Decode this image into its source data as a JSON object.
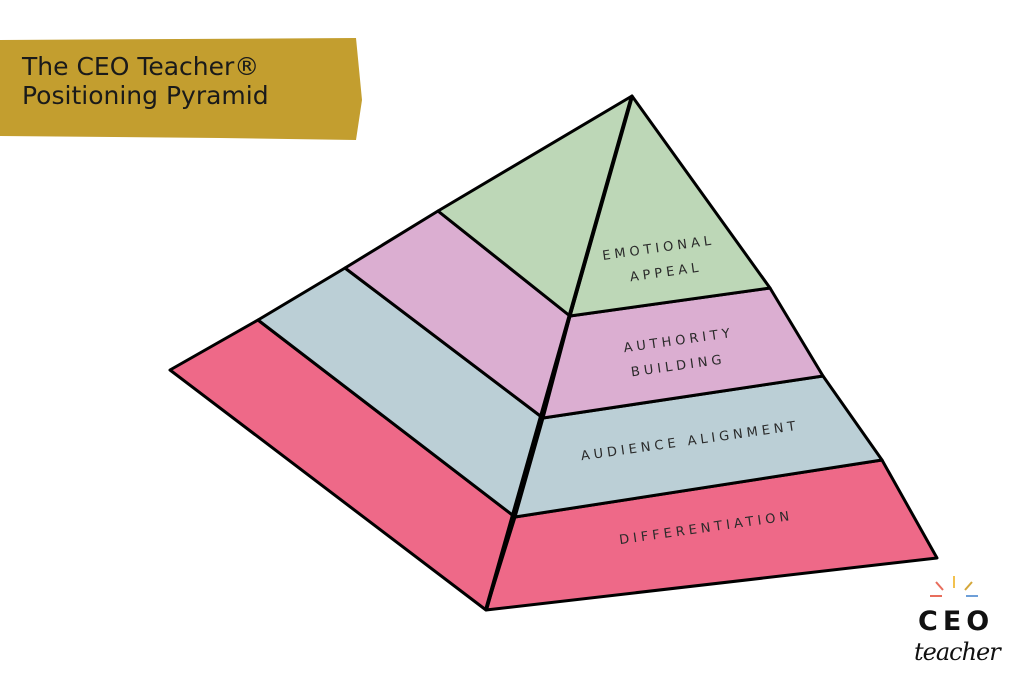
{
  "title": {
    "line1": "The CEO Teacher®",
    "line2": "Positioning Pyramid",
    "banner_color": "#C39E2F"
  },
  "pyramid": {
    "layers": [
      {
        "id": "emotional-appeal",
        "label_line1": "EMOTIONAL",
        "label_line2": "APPEAL",
        "color": "#BDD7B7"
      },
      {
        "id": "authority-building",
        "label_line1": "AUTHORITY",
        "label_line2": "BUILDING",
        "color": "#DBAED1"
      },
      {
        "id": "audience-alignment",
        "label_line1": "AUDIENCE ALIGNMENT",
        "color": "#BBCFD6"
      },
      {
        "id": "differentiation",
        "label_line1": "DIFFERENTIATION",
        "color": "#EE6988"
      }
    ],
    "outline_color": "#000000"
  },
  "logo": {
    "word1": "CEO",
    "word2": "teacher",
    "ray_colors": [
      "#E86D5C",
      "#F2C14E",
      "#D4A73A",
      "#6E9FD8"
    ]
  }
}
